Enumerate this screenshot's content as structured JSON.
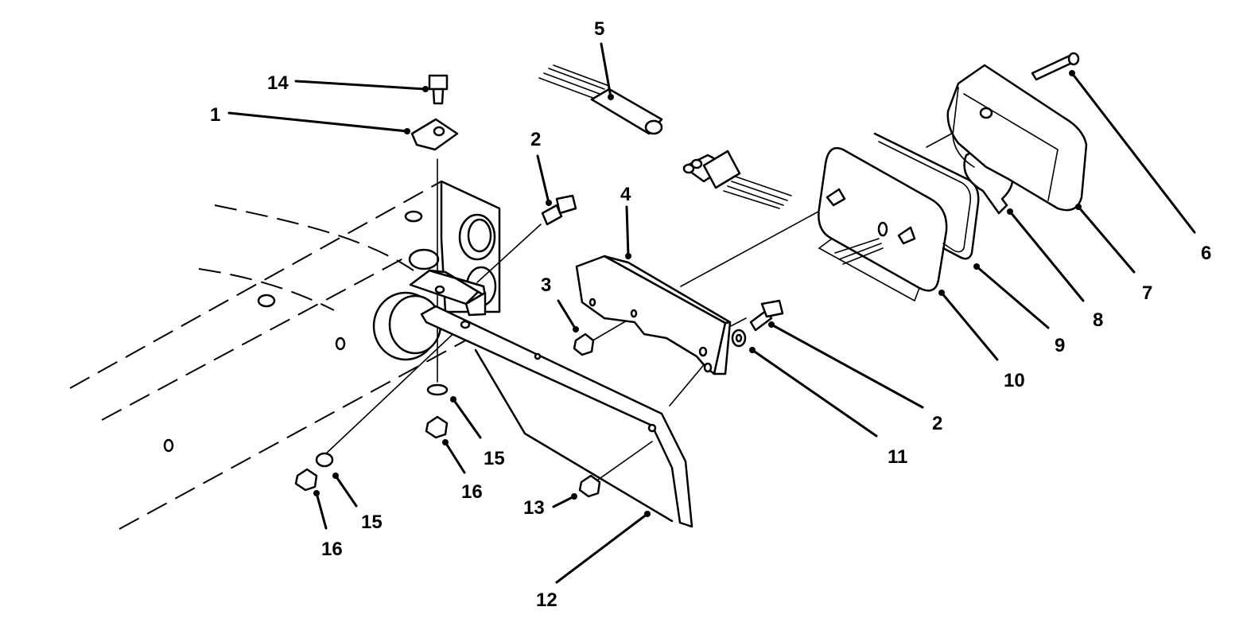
{
  "callouts": {
    "c1": "1",
    "c2a": "2",
    "c2b": "2",
    "c3": "3",
    "c4": "4",
    "c5": "5",
    "c6": "6",
    "c7": "7",
    "c8": "8",
    "c9": "9",
    "c10": "10",
    "c11": "11",
    "c12": "12",
    "c13": "13",
    "c14": "14",
    "c15a": "15",
    "c15b": "15",
    "c16a": "16",
    "c16b": "16"
  },
  "colors": {
    "ink": "#000000",
    "paper": "#ffffff"
  }
}
